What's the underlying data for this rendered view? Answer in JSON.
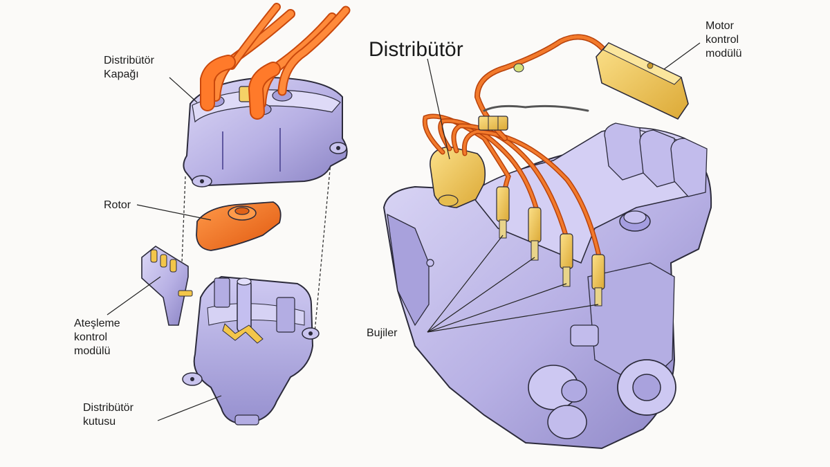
{
  "labels": {
    "cap": "Distribütör\nKapağı",
    "rotor": "Rotor",
    "ignition_module": "Ateşleme\nkontrol\nmodülü",
    "housing": "Distribütör\nkutusu",
    "distributor": "Distribütör",
    "spark_plugs": "Bujiler",
    "ecm": "Motor\nkontrol\nmodülü"
  },
  "colors": {
    "background": "#fbfaf8",
    "metal": "#b9b3e6",
    "metal_dark": "#7e76b8",
    "wire": "#f06a1e",
    "wire_dark": "#c9480c",
    "yellow": "#f3c64a",
    "outline": "#2b2a3a"
  }
}
